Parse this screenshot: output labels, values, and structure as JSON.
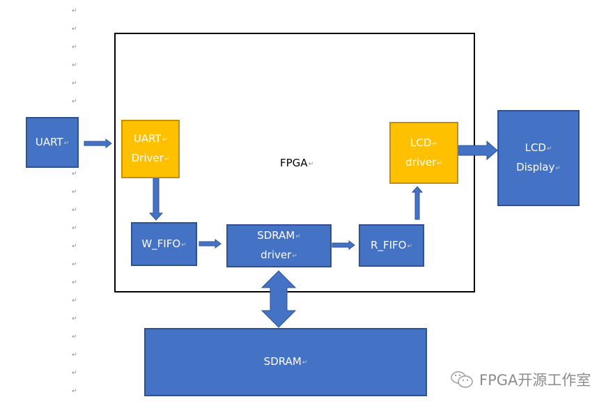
{
  "paragraph_marks": {
    "glyph": "↵",
    "rows": [
      16,
      42,
      68,
      94,
      120,
      146,
      250,
      276,
      302,
      328,
      354,
      380,
      406,
      432,
      458,
      484,
      510,
      536,
      562
    ]
  },
  "diagram": {
    "frame_label": "FPGA",
    "blocks": {
      "uart": {
        "lines": [
          "UART"
        ]
      },
      "uart_driver": {
        "lines": [
          "UART",
          "Driver"
        ]
      },
      "lcd_driver": {
        "lines": [
          "LCD",
          "driver"
        ]
      },
      "lcd_display": {
        "lines": [
          "LCD",
          "Display"
        ]
      },
      "w_fifo": {
        "lines": [
          "W_FIFO"
        ]
      },
      "sdram_driver": {
        "lines": [
          "SDRAM",
          "driver"
        ]
      },
      "r_fifo": {
        "lines": [
          "R_FIFO"
        ]
      },
      "sdram": {
        "lines": [
          "SDRAM"
        ]
      }
    },
    "connections": [
      {
        "from": "UART",
        "to": "UART Driver",
        "direction": "one-way"
      },
      {
        "from": "UART Driver",
        "to": "W_FIFO",
        "direction": "one-way"
      },
      {
        "from": "W_FIFO",
        "to": "SDRAM driver",
        "direction": "one-way"
      },
      {
        "from": "SDRAM driver",
        "to": "R_FIFO",
        "direction": "one-way"
      },
      {
        "from": "R_FIFO",
        "to": "LCD driver",
        "direction": "one-way"
      },
      {
        "from": "LCD driver",
        "to": "LCD Display",
        "direction": "one-way"
      },
      {
        "from": "SDRAM driver",
        "to": "SDRAM",
        "direction": "two-way"
      }
    ],
    "colors": {
      "block_blue": "#4472c4",
      "block_blue_border": "#2f528f",
      "block_orange": "#ffc000",
      "block_orange_border": "#bf9000",
      "frame": "#000000"
    }
  },
  "watermark": {
    "icon": "wechat-icon",
    "text": "FPGA开源工作室"
  }
}
